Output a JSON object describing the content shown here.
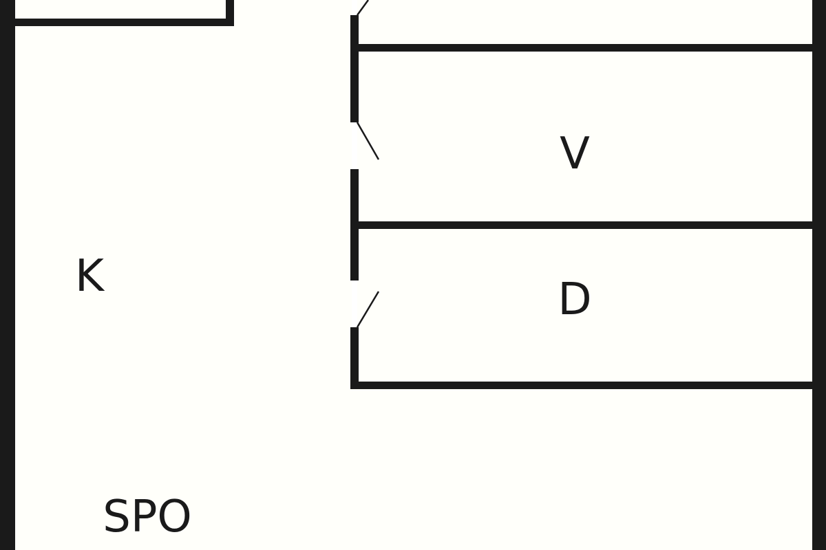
{
  "floorplan": {
    "rooms": [
      {
        "id": "kitchen",
        "label": "K"
      },
      {
        "id": "v-room",
        "label": "V"
      },
      {
        "id": "d-room",
        "label": "D"
      },
      {
        "id": "spo-room",
        "label": "SPO"
      }
    ]
  },
  "colors": {
    "background": "#fffffa",
    "wall": "#1a1a1a",
    "door_gap": "#ffffff"
  }
}
